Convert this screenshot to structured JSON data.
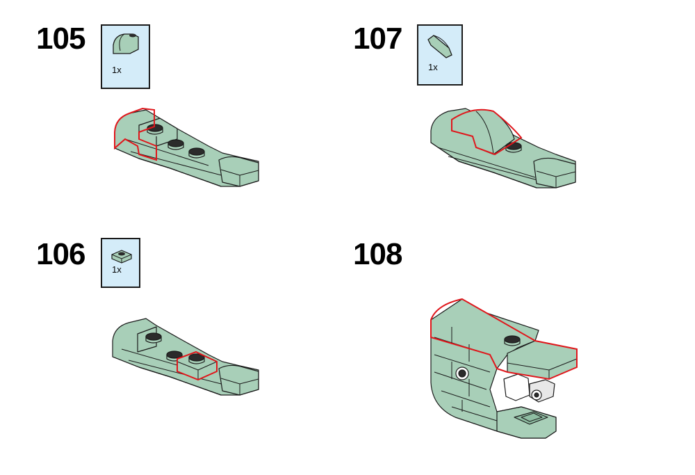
{
  "colors": {
    "brick": "#a8cfb8",
    "brick_dark": "#8fbea3",
    "outline": "#1a1a1a",
    "highlight": "#e0161b",
    "parts_bg": "#d4ecf9",
    "stud_top": "#2b2b2b"
  },
  "steps": [
    {
      "number": "105",
      "part_qty": "1x",
      "part_icon": "curved-slope-brick-icon"
    },
    {
      "number": "107",
      "part_qty": "1x",
      "part_icon": "curved-slope-icon"
    },
    {
      "number": "106",
      "part_qty": "1x",
      "part_icon": "plate-1x1-icon"
    },
    {
      "number": "108"
    }
  ]
}
